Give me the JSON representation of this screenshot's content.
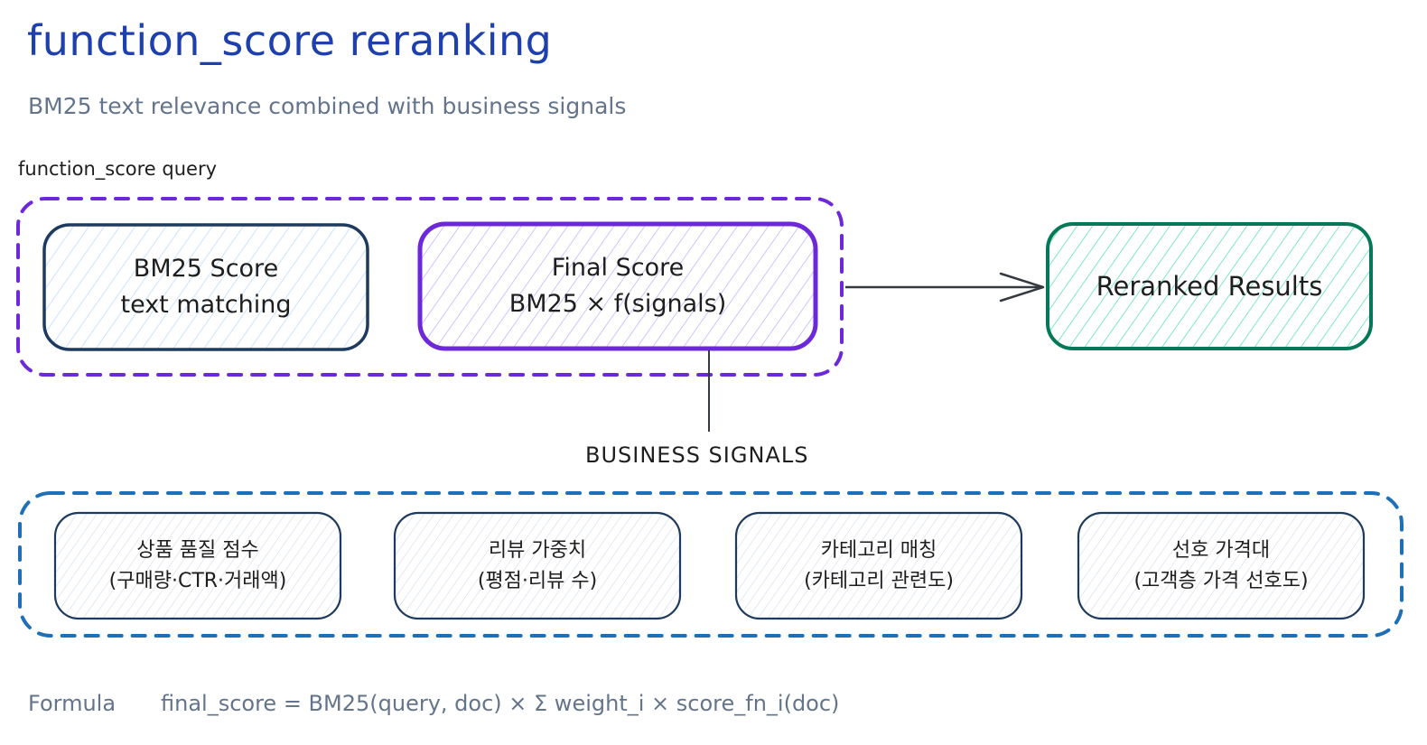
{
  "header": {
    "title": "function_score reranking",
    "subtitle": "BM25 text relevance combined with business signals"
  },
  "query_group": {
    "label": "function_score query",
    "border_color": "#6d28d9",
    "nodes": [
      {
        "id": "bm25",
        "lines": [
          "BM25 Score",
          "text matching"
        ],
        "stroke": "#1e3a5f",
        "fill": "#bfdbfe"
      },
      {
        "id": "final",
        "lines": [
          "Final Score",
          "BM25 × f(signals)"
        ],
        "stroke": "#6d28d9",
        "fill": "#c4b5fd"
      }
    ]
  },
  "output_node": {
    "lines": [
      "Reranked Results"
    ],
    "stroke": "#047857",
    "fill": "#6ee7b7"
  },
  "signals_group": {
    "label": "BUSINESS SIGNALS",
    "border_color": "#1d6fb8",
    "nodes": [
      {
        "lines": [
          "상품 품질 점수",
          "(구매량·CTR·거래액)"
        ]
      },
      {
        "lines": [
          "리뷰 가중치",
          "(평점·리뷰 수)"
        ]
      },
      {
        "lines": [
          "카테고리 매칭",
          "(카테고리 관련도)"
        ]
      },
      {
        "lines": [
          "선호 가격대",
          "(고객층 가격 선호도)"
        ]
      }
    ],
    "node_stroke": "#1e3a5f",
    "node_fill": "#cbd5e1"
  },
  "footer": {
    "formula_label": "Formula",
    "formula": "final_score = BM25(query, doc) × Σ weight_i × score_fn_i(doc)"
  }
}
